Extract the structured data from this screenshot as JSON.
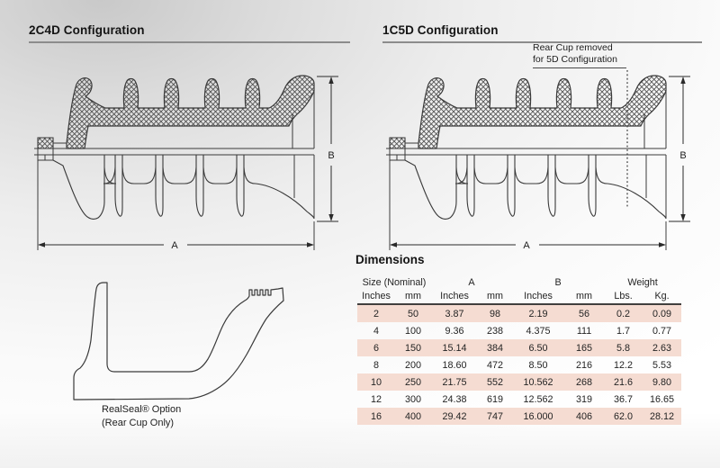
{
  "sections": {
    "left_heading": "2C4D Configuration",
    "right_heading": "1C5D Configuration"
  },
  "callout": {
    "line1": "Rear Cup removed",
    "line2": "for 5D Configuration"
  },
  "realseal": {
    "line1": "RealSeal® Option",
    "line2": "(Rear Cup Only)"
  },
  "diagram_labels": {
    "a": "A",
    "b": "B"
  },
  "dimensions_table": {
    "title": "Dimensions",
    "group_headers": [
      {
        "label": "Size (Nominal)",
        "span": 2
      },
      {
        "label": "A",
        "span": 2
      },
      {
        "label": "B",
        "span": 2
      },
      {
        "label": "Weight",
        "span": 2
      }
    ],
    "unit_headers": [
      "Inches",
      "mm",
      "Inches",
      "mm",
      "Inches",
      "mm",
      "Lbs.",
      "Kg."
    ],
    "rows": [
      [
        "2",
        "50",
        "3.87",
        "98",
        "2.19",
        "56",
        "0.2",
        "0.09"
      ],
      [
        "4",
        "100",
        "9.36",
        "238",
        "4.375",
        "111",
        "1.7",
        "0.77"
      ],
      [
        "6",
        "150",
        "15.14",
        "384",
        "6.50",
        "165",
        "5.8",
        "2.63"
      ],
      [
        "8",
        "200",
        "18.60",
        "472",
        "8.50",
        "216",
        "12.2",
        "5.53"
      ],
      [
        "10",
        "250",
        "21.75",
        "552",
        "10.562",
        "268",
        "21.6",
        "9.80"
      ],
      [
        "12",
        "300",
        "24.38",
        "619",
        "12.562",
        "319",
        "36.7",
        "16.65"
      ],
      [
        "16",
        "400",
        "29.42",
        "747",
        "16.000",
        "406",
        "62.0",
        "28.12"
      ]
    ]
  },
  "colors": {
    "row_highlight": "#f5dcd2",
    "table_rule": "#413f3e",
    "heading_underline": "#8c8c8c",
    "drawing_line": "#3a3a3a"
  }
}
